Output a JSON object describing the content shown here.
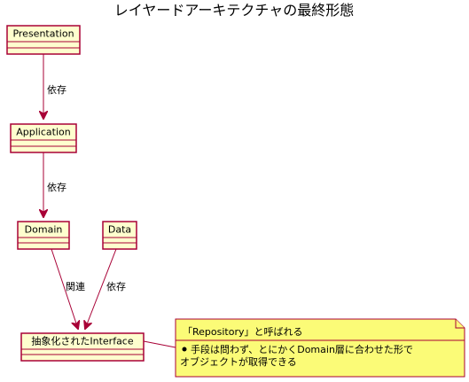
{
  "title": "レイヤードアーキテクチャの最終形態",
  "nodes": {
    "presentation": "Presentation",
    "application": "Application",
    "domain": "Domain",
    "data": "Data",
    "interface": "抽象化されたInterface"
  },
  "edges": {
    "presentation_application": "依存",
    "application_domain": "依存",
    "domain_interface": "関連",
    "data_interface": "依存"
  },
  "note": {
    "heading": "「Repository」と呼ばれる",
    "line1": "手段は問わず、とにかくDomain層に合わせた形で",
    "line2": "オブジェクトが取得できる"
  },
  "colors": {
    "node_fill": "#FEFECE",
    "node_border": "#A80036",
    "note_fill": "#FBFB77"
  }
}
